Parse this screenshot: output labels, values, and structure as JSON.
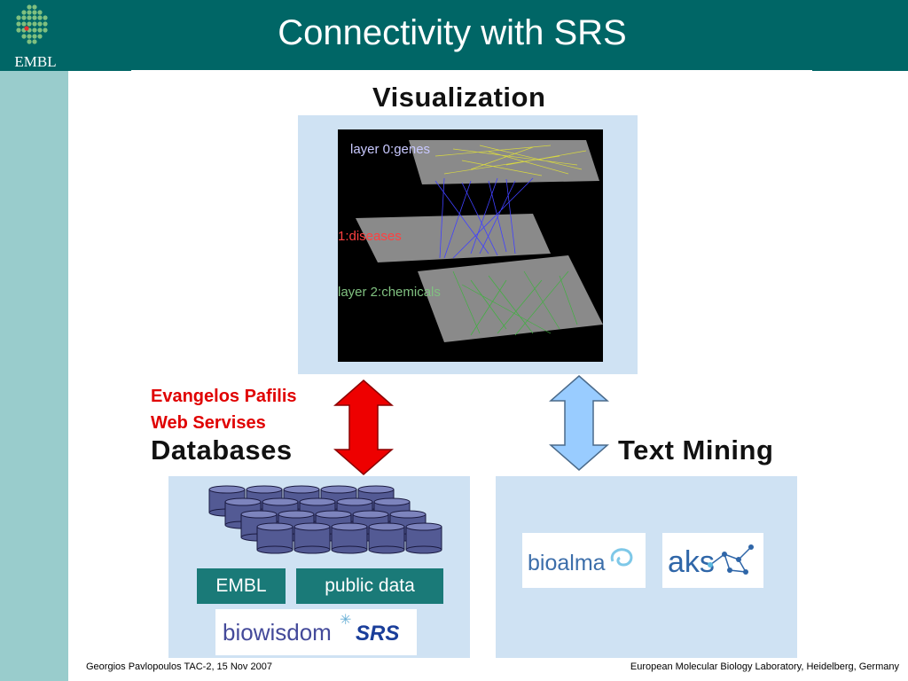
{
  "slide": {
    "title": "Connectivity with SRS",
    "logo_text": "EMBL"
  },
  "visualization": {
    "label": "Visualization",
    "layers": [
      "layer 0:genes",
      "1:diseases",
      "layer 2:chemicals"
    ]
  },
  "databases": {
    "label": "Databases",
    "note_lines": [
      "Evangelos Pafilis",
      "Web Servises"
    ],
    "tags": [
      "EMBL",
      "public data"
    ],
    "logo": {
      "main": "biowisdom",
      "suffix": "SRS"
    }
  },
  "text_mining": {
    "label": "Text Mining",
    "logos": [
      "bioalma",
      "aks"
    ]
  },
  "footer": {
    "left": "Georgios Pavlopoulos TAC-2, 15 Nov 2007",
    "right": "European Molecular Biology Laboratory, Heidelberg, Germany"
  },
  "colors": {
    "header": "#006666",
    "sidebar": "#99cccc",
    "panel": "#cfe2f3",
    "red_arrow": "#ee0000",
    "blue_arrow": "#99ccff"
  }
}
